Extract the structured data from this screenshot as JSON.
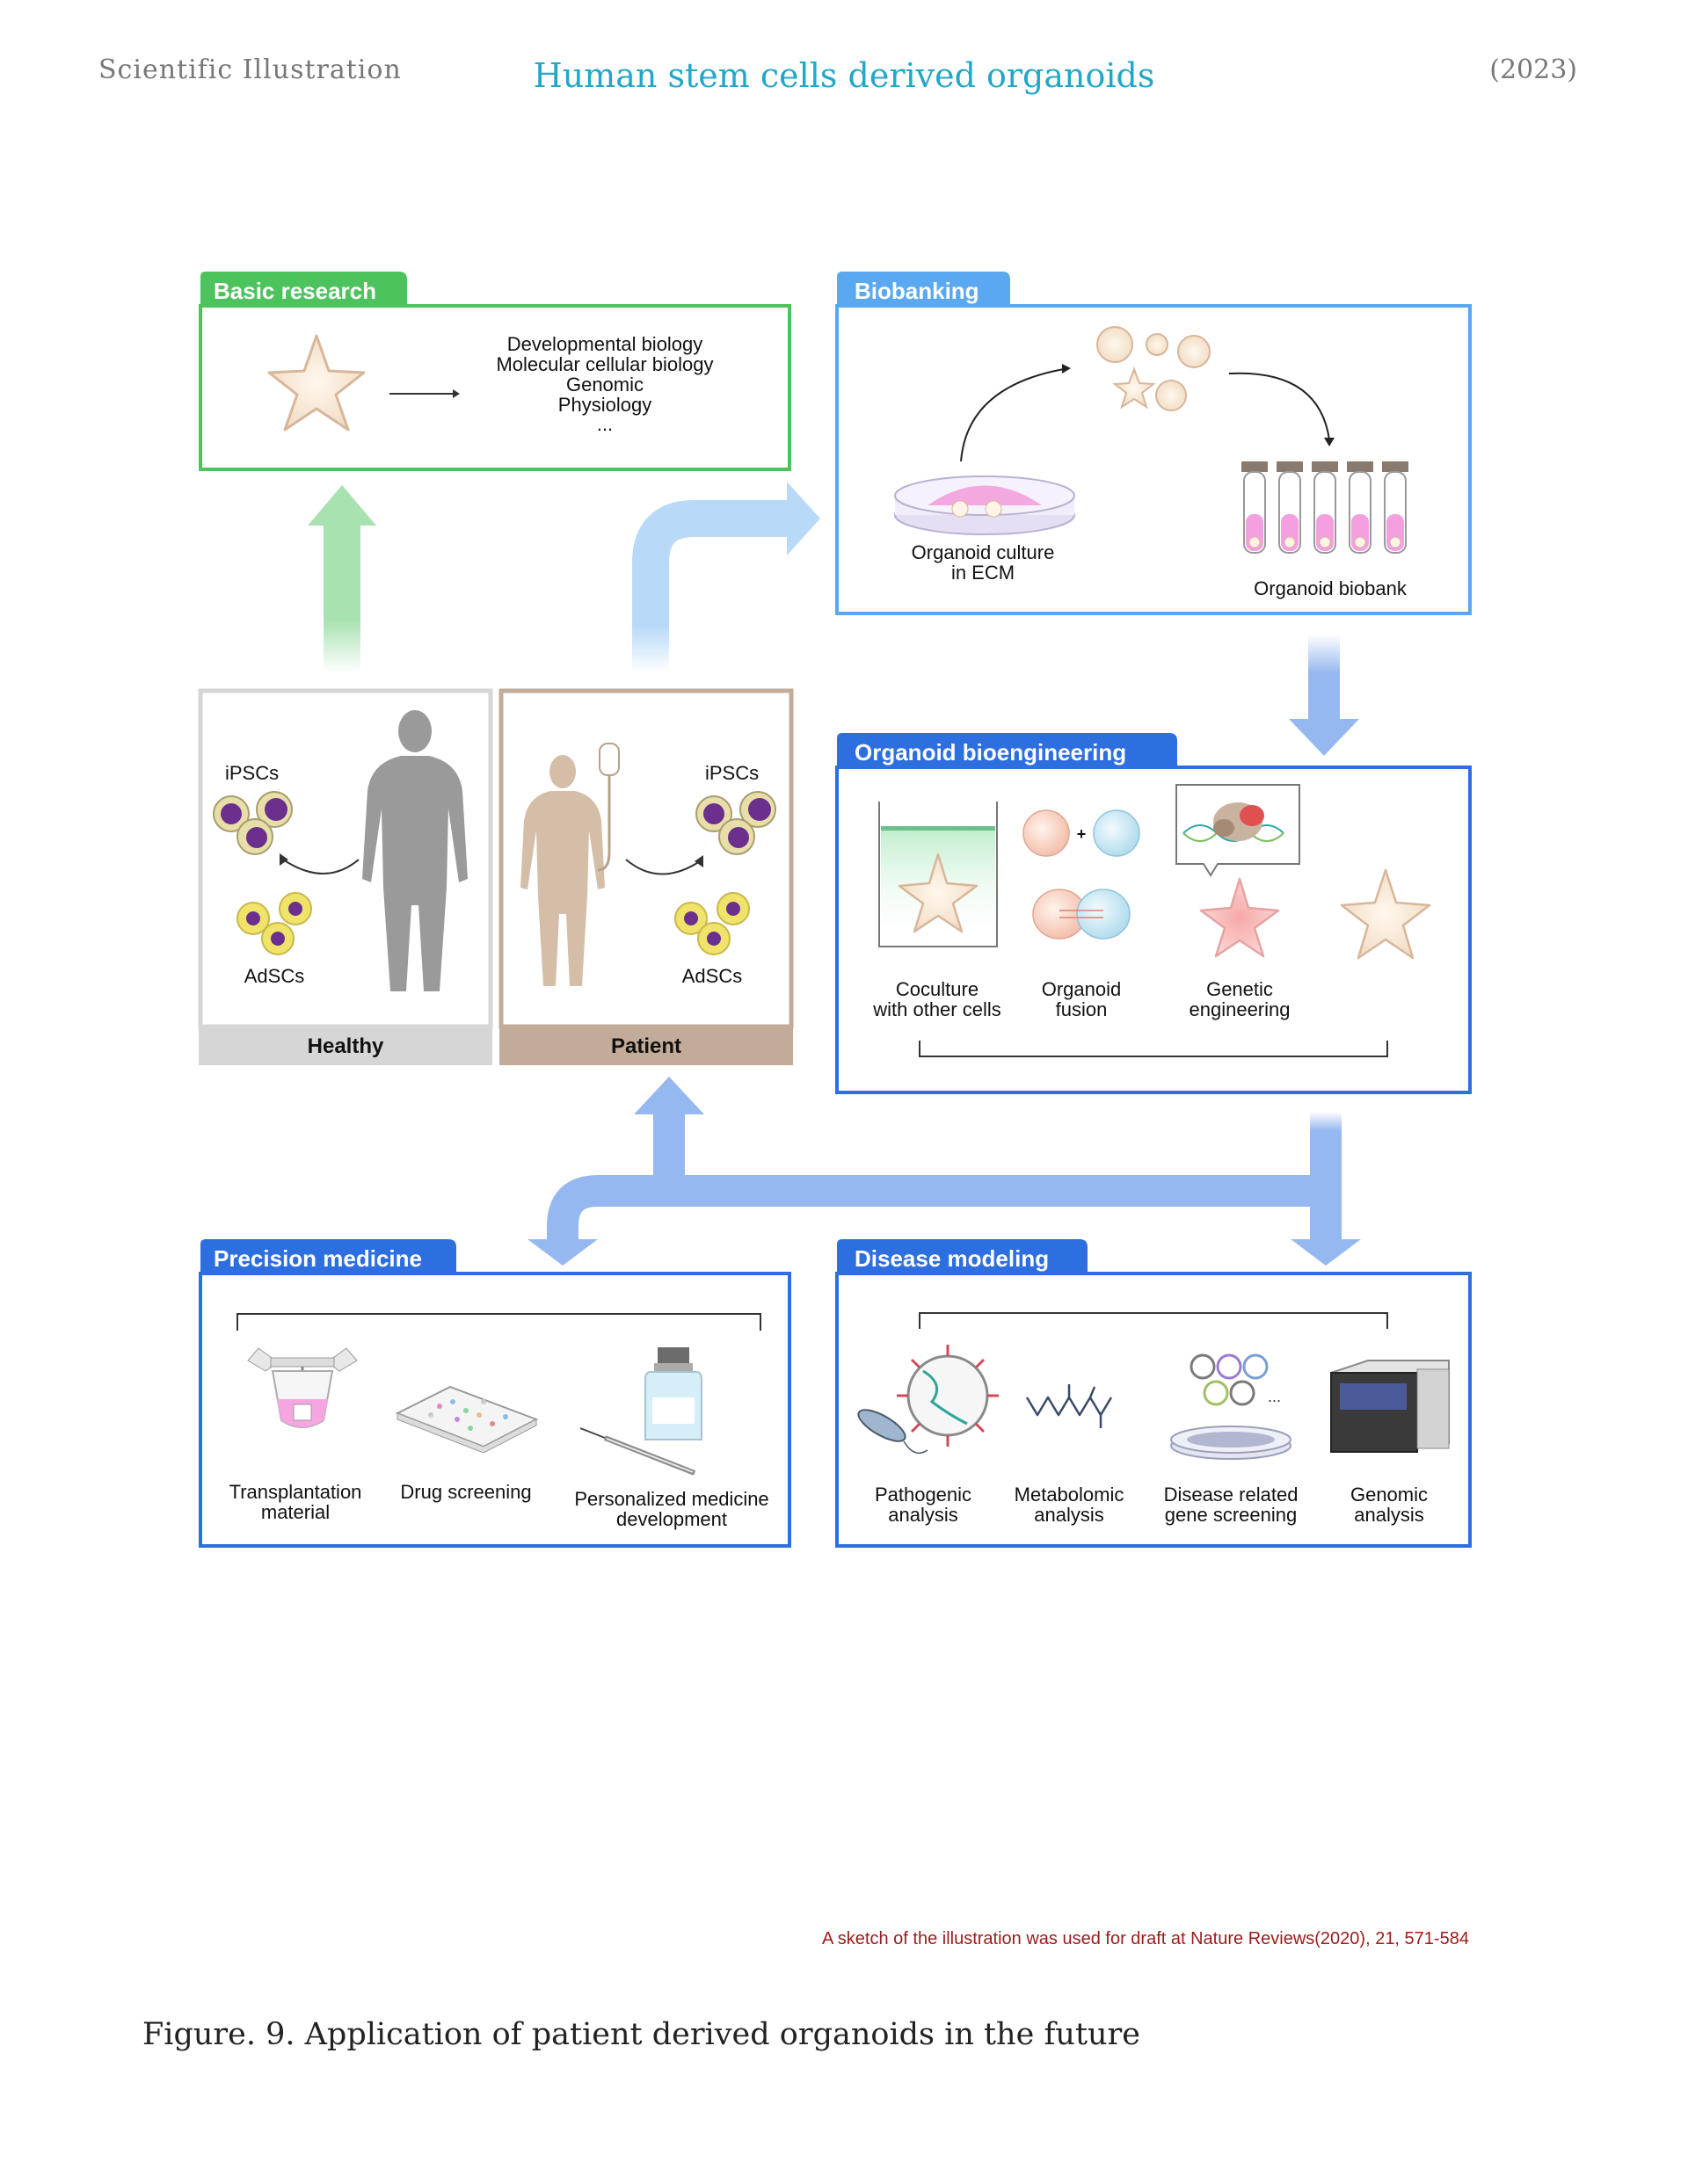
{
  "header": {
    "left": "Scientific Illustration",
    "center": "Human stem cells derived organoids",
    "right": "(2023)"
  },
  "panels": {
    "basic_research": {
      "tab": "Basic research",
      "items": [
        "Developmental biology",
        "Molecular cellular biology",
        "Genomic",
        "Physiology",
        "..."
      ]
    },
    "biobanking": {
      "tab": "Biobanking",
      "culture_label_1": "Organoid culture",
      "culture_label_2": "in ECM",
      "biobank_label": "Organoid biobank"
    },
    "healthy": {
      "ipscs": "iPSCs",
      "adscs": "AdSCs",
      "footer": "Healthy"
    },
    "patient": {
      "ipscs": "iPSCs",
      "adscs": "AdSCs",
      "footer": "Patient"
    },
    "bioengineering": {
      "tab": "Organoid bioengineering",
      "plus": "+",
      "coculture_1": "Coculture",
      "coculture_2": "with other cells",
      "fusion_1": "Organoid",
      "fusion_2": "fusion",
      "genetic_1": "Genetic",
      "genetic_2": "engineering"
    },
    "precision_medicine": {
      "tab": "Precision medicine",
      "transplant_1": "Transplantation",
      "transplant_2": "material",
      "drug": "Drug screening",
      "personalized_1": "Personalized medicine",
      "personalized_2": "development"
    },
    "disease_modeling": {
      "tab": "Disease modeling",
      "pathogenic_1": "Pathogenic",
      "pathogenic_2": "analysis",
      "metabolomic_1": "Metabolomic",
      "metabolomic_2": "analysis",
      "gene_1": "Disease related",
      "gene_2": "gene screening",
      "genomic_1": "Genomic",
      "genomic_2": "analysis",
      "ellipsis": "..."
    }
  },
  "credit": "A sketch of the illustration was used for draft at Nature Reviews(2020), 21, 571-584",
  "caption": "Figure. 9. Application of patient derived organoids in the future",
  "colors": {
    "green": "#4cc35c",
    "light_blue": "#5aa9f0",
    "blue": "#2e6fe0",
    "healthy_gray": "#d6d6d6",
    "patient_tan": "#c2ab98"
  }
}
